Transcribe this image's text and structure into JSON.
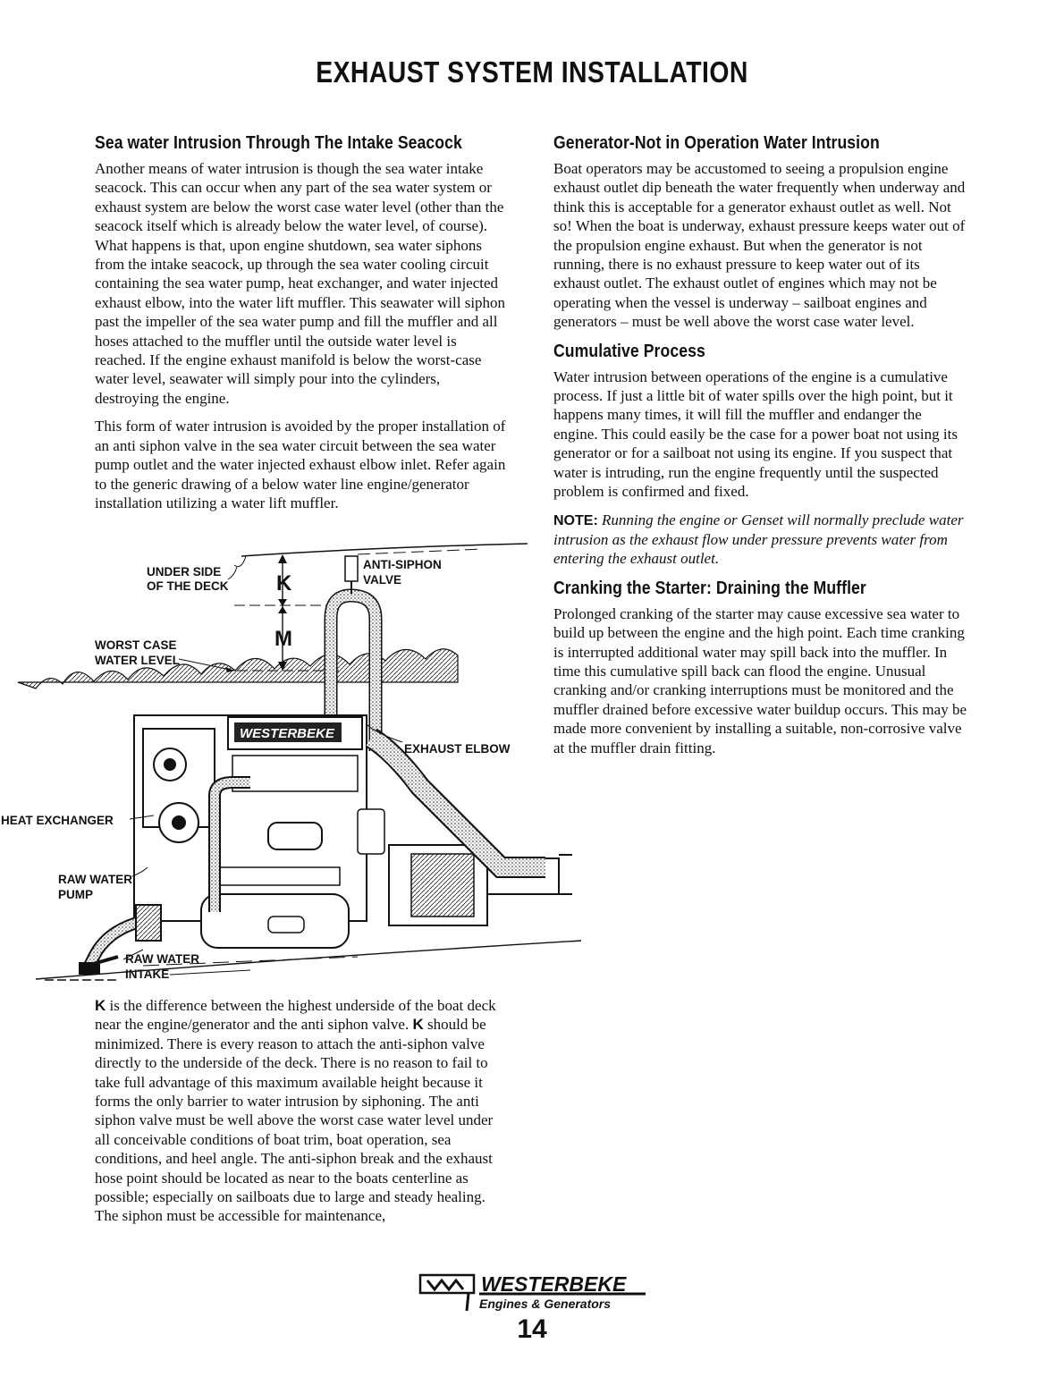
{
  "page": {
    "title": "EXHAUST SYSTEM INSTALLATION",
    "page_number": "14"
  },
  "left": {
    "section1": {
      "heading": "Sea water Intrusion Through The Intake Seacock",
      "p1": "Another means of water intrusion is though the sea water intake seacock. This can occur when any part of the sea water system or exhaust system are below the worst case water level (other than the seacock itself which is already below the water level, of course). What happens is that, upon engine shutdown, sea water siphons from the intake seacock, up through the sea water cooling circuit containing the sea water pump, heat exchanger, and water injected exhaust elbow, into the water lift muffler. This seawater will siphon past the impeller of the sea water pump and fill the muffler and all hoses attached to the muffler until the outside water level is reached. If the engine exhaust manifold is below the worst-case water level, seawater will simply pour into the cylinders, destroying the engine.",
      "p2": "This form of water intrusion is avoided by the proper installation of an anti siphon valve in the sea water circuit between the sea water pump outlet and the water injected exhaust elbow inlet. Refer again to the generic drawing of a below water line engine/generator installation utilizing a water lift muffler."
    },
    "k_paragraph": {
      "k1": "K",
      "text1": " is the difference between the highest underside of the boat deck near the engine/generator and the anti siphon valve. ",
      "k2": "K",
      "text2": " should be minimized. There is every reason to attach the anti-siphon valve directly to the underside of the deck. There is no reason to fail to take full advantage of this maximum available height because it forms the only barrier to water intrusion by siphoning. The anti siphon valve must be well above the worst case water level under all conceivable conditions of boat trim, boat operation, sea conditions, and heel angle. The anti-siphon break and the exhaust hose point should be located as near to the boats centerline as possible; especially on sailboats due to large and steady  healing. The siphon must be accessible for maintenance,"
    }
  },
  "right": {
    "section1": {
      "heading": "Generator-Not in Operation Water Intrusion",
      "p1": "Boat operators may be accustomed to seeing a propulsion engine exhaust outlet dip beneath the water frequently when underway and think this is acceptable for a generator exhaust outlet as well. Not so! When the boat is underway, exhaust pressure keeps water out of the propulsion engine exhaust. But when the generator is not running, there is no exhaust pressure to keep water out of its exhaust outlet. The exhaust outlet of engines which may not be operating when the vessel is underway  – sailboat engines and generators – must be well above the worst case water level."
    },
    "section2": {
      "heading": "Cumulative Process",
      "p1": "Water intrusion between operations of the engine is a cumulative process. If just a little bit of water spills over the high point, but it happens many times, it will fill the muffler and endanger the engine. This could easily be the case for a power boat not using its generator or for a sailboat not using its engine. If you suspect that water is intruding, run the engine frequently until the suspected problem is confirmed and fixed."
    },
    "note": {
      "label": "NOTE:",
      "text": " Running the engine or Genset will normally preclude water intrusion as the exhaust flow under pressure prevents water from entering the exhaust outlet."
    },
    "section3": {
      "heading": "Cranking the Starter: Draining the Muffler",
      "p1": "Prolonged cranking of the starter may cause excessive sea water to build up between the engine and the high point. Each time cranking is interrupted additional water may spill back into the muffler. In time this cumulative spill back can flood the engine. Unusual cranking and/or cranking interruptions must be monitored and the muffler drained before excessive water buildup occurs. This may be made more convenient by installing a suitable, non-corrosive valve at the muffler drain fitting."
    }
  },
  "diagram": {
    "under_side_1": "UNDER SIDE",
    "under_side_2": "OF THE DECK",
    "anti_siphon_1": "ANTI-SIPHON",
    "anti_siphon_2": "VALVE",
    "k_letter": "K",
    "m_letter": "M",
    "worst_case_1": "WORST CASE",
    "worst_case_2": "WATER LEVEL",
    "exhaust_elbow": "EXHAUST ELBOW",
    "heat_exchanger": "HEAT EXCHANGER",
    "raw_water_pump_1": "RAW WATER",
    "raw_water_pump_2": "PUMP",
    "raw_water_intake_1": "RAW WATER",
    "raw_water_intake_2": "INTAKE",
    "engine_brand": "WESTERBEKE"
  },
  "logo": {
    "brand": "WESTERBEKE",
    "tagline": "Engines & Generators"
  }
}
